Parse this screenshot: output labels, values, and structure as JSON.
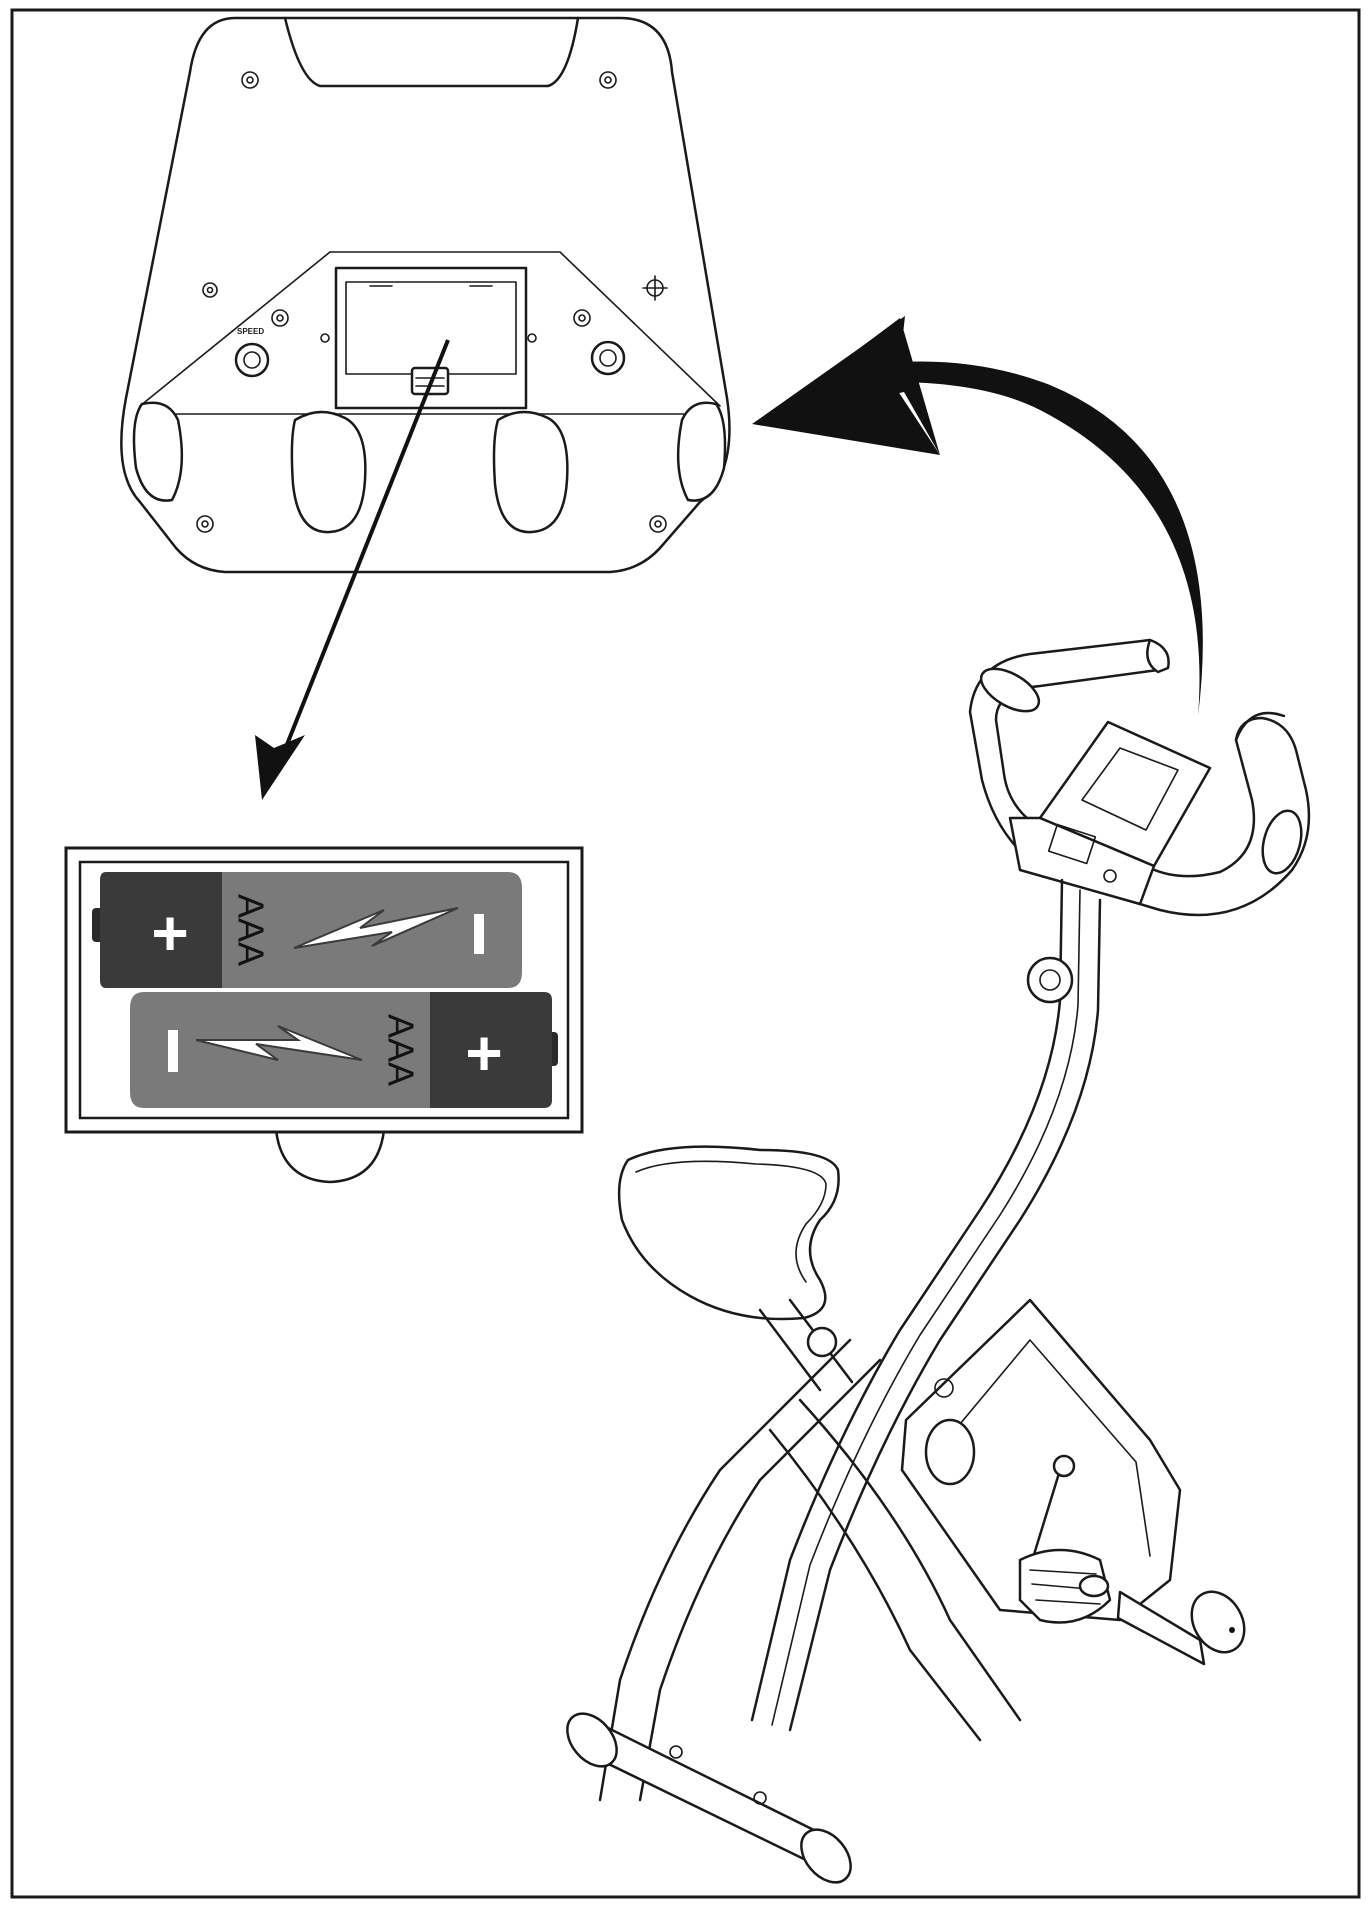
{
  "diagram": {
    "console_back": {
      "speed_label": "SPEED"
    },
    "battery_holder": {
      "top_battery": {
        "type_label": "AAA",
        "positive_symbol": "+",
        "negative_symbol": "−"
      },
      "bottom_battery": {
        "type_label": "AAA",
        "positive_symbol": "+",
        "negative_symbol": "−"
      }
    },
    "colors": {
      "ink": "#1a1a1a",
      "battery_dark": "#3a3a3a",
      "battery_mid": "#7a7a7a"
    }
  }
}
